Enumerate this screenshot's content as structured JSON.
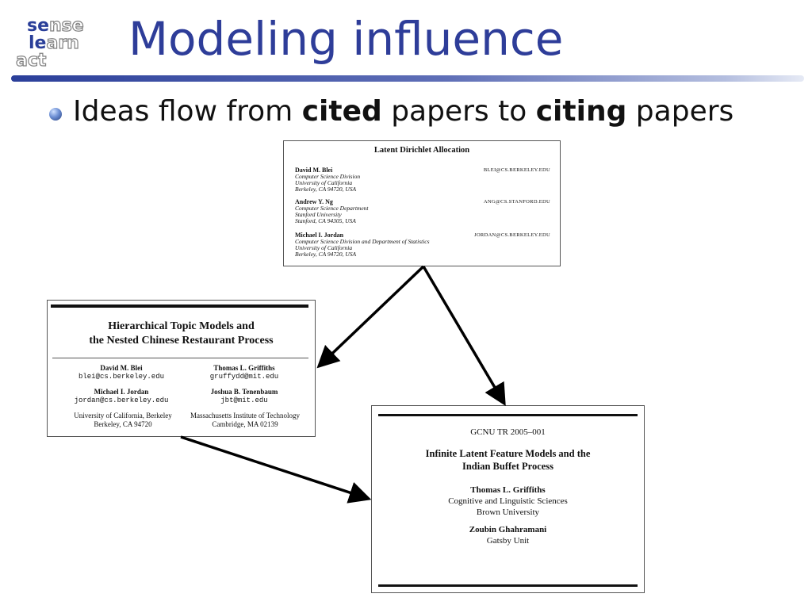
{
  "logo": {
    "l1a": "se",
    "l1b": "nse",
    "l2a": "le",
    "l2b": "arn",
    "l3a": "act"
  },
  "slide": {
    "title": "Modeling influence",
    "bullet": {
      "p1": "Ideas flow from ",
      "b1": "cited",
      "p2": " papers to ",
      "b2": "citing",
      "p3": " papers"
    }
  },
  "papers": {
    "lda": {
      "title": "Latent Dirichlet Allocation",
      "authors": [
        {
          "name": "David M. Blei",
          "lines": [
            "Computer Science Division",
            "University of California",
            "Berkeley, CA 94720, USA"
          ],
          "email": "BLEI@CS.BERKELEY.EDU"
        },
        {
          "name": "Andrew Y. Ng",
          "lines": [
            "Computer Science Department",
            "Stanford University",
            "Stanford, CA 94305, USA"
          ],
          "email": "ANG@CS.STANFORD.EDU"
        },
        {
          "name": "Michael I. Jordan",
          "lines": [
            "Computer Science Division and Department of Statistics",
            "University of California",
            "Berkeley, CA 94720, USA"
          ],
          "email": "JORDAN@CS.BERKELEY.EDU"
        }
      ]
    },
    "hlda": {
      "title_l1": "Hierarchical Topic Models and",
      "title_l2": "the Nested Chinese Restaurant Process",
      "a1": {
        "name": "David M. Blei",
        "email": "blei@cs.berkeley.edu"
      },
      "a2": {
        "name": "Thomas L. Griffiths",
        "email": "gruffydd@mit.edu"
      },
      "a3": {
        "name": "Michael I. Jordan",
        "email": "jordan@cs.berkeley.edu"
      },
      "a4": {
        "name": "Joshua B. Tenenbaum",
        "email": "jbt@mit.edu"
      },
      "aff1_l1": "University of California, Berkeley",
      "aff1_l2": "Berkeley, CA 94720",
      "aff2_l1": "Massachusetts Institute of Technology",
      "aff2_l2": "Cambridge, MA 02139"
    },
    "ibp": {
      "report": "GCNU TR 2005–001",
      "title_l1": "Infinite Latent Feature Models and the",
      "title_l2": "Indian Buffet Process",
      "a1": {
        "name": "Thomas L. Griffiths",
        "l1": "Cognitive and Linguistic Sciences",
        "l2": "Brown University"
      },
      "a2": {
        "name": "Zoubin Ghahramani",
        "l1": "Gatsby Unit"
      }
    }
  },
  "colors": {
    "title": "#2e3d99",
    "arrow": "#000000"
  }
}
